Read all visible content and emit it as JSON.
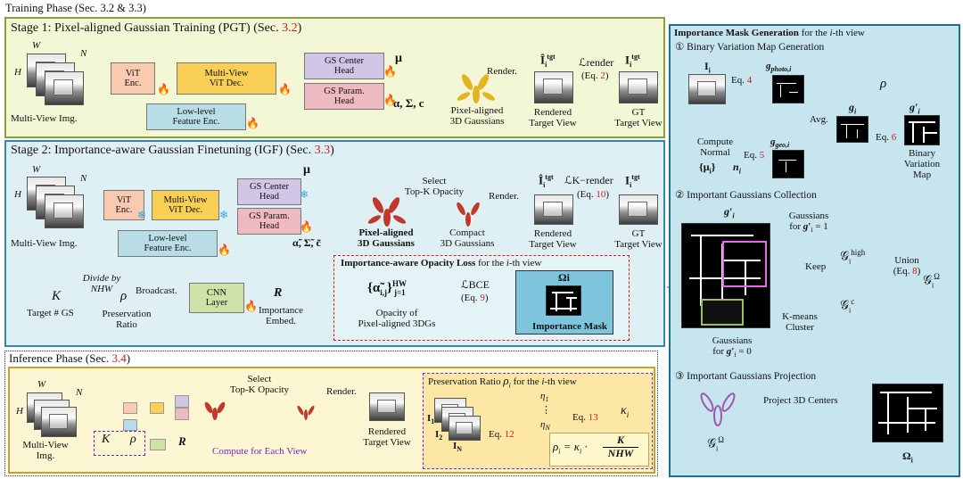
{
  "top_title": "Training Phase (Sec. 3.2 & 3.3)",
  "stage1": {
    "title_pre": "Stage 1: Pixel-aligned Gaussian Training (PGT) (Sec. ",
    "title_ref": "3.2",
    "title_post": ")",
    "multiview_label": "Multi-View Img.",
    "W": "W",
    "H": "H",
    "N": "N",
    "vit": "ViT\nEnc.",
    "mvdec": "Multi-View\nViT Dec.",
    "gs_center": "GS Center\nHead",
    "gs_param": "GS Param.\nHead",
    "lowlevel": "Low-level\nFeature Enc.",
    "mu": "μ",
    "params": "α, Σ, c",
    "pixel_gauss": "Pixel-aligned\n3D Gaussians",
    "render": "Render.",
    "I_tgt": "Î",
    "loss": "ℒrender",
    "eq_pre": "(Eq. ",
    "eq_ref": "2",
    "eq_post": ")",
    "rendered": "Rendered\nTarget View",
    "gt": "GT\nTarget View"
  },
  "stage2": {
    "title_pre": "Stage 2: Importance-aware Gaussian Finetuning (IGF) (Sec. ",
    "title_ref": "3.3",
    "title_post": ")",
    "multiview_label": "Multi-View Img.",
    "vit": "ViT\nEnc.",
    "mvdec": "Multi-View\nViT Dec.",
    "gs_center": "GS Center\nHead",
    "gs_param": "GS Param.\nHead",
    "lowlevel": "Low-level\nFeature Enc.",
    "mu": "μ",
    "params": "α̃, Σ̃, c̃",
    "pixel_gauss": "Pixel-aligned\n3D Gaussians",
    "select": "Select\nTop-K Opacity",
    "compact": "Compact\n3D Gaussians",
    "render": "Render.",
    "loss": "ℒK−render",
    "eq_pre": "(Eq. ",
    "eq_ref": "10",
    "eq_post": ")",
    "rendered": "Rendered\nTarget View",
    "gt": "GT\nTarget View",
    "K": "K",
    "target_gs": "Target # GS",
    "divide": "Divide by\nNHW",
    "rho": "ρ",
    "pres_ratio": "Preservation\nRatio",
    "broadcast": "Broadcast.",
    "cnn": "CNN\nLayer",
    "R": "R",
    "imp_embed": "Importance\nEmbed.",
    "opacity_box_title": "Importance-aware Opacity Loss for the i-th view",
    "opacity_formula": "{α̃i,j}HW j=1",
    "opacity_label": "Opacity of\nPixel-aligned 3DGs",
    "lbce": "ℒBCE",
    "bce_eq_pre": "(Eq. ",
    "bce_eq_ref": "9",
    "bce_eq_post": ")",
    "omega": "Ωi",
    "imp_mask": "Importance Mask"
  },
  "inference": {
    "title_pre": "Inference Phase (Sec. ",
    "title_ref": "3.4",
    "title_post": ")",
    "multiview_label": "Multi-View\nImg.",
    "select": "Select\nTop-K Opacity",
    "render": "Render.",
    "rendered": "Rendered\nTarget View",
    "K": "K",
    "rho": "ρ",
    "R": "R",
    "compute_each": "Compute for Each View",
    "pres_title": "Preservation Ratio ρi for the i-th view",
    "I1": "I1",
    "I2": "I2",
    "IN": "IN",
    "eq12_pre": "Eq. ",
    "eq12_ref": "12",
    "eq13_pre": "Eq. ",
    "eq13_ref": "13",
    "eta1": "η1",
    "etaN": "ηN",
    "kappa": "κi",
    "formula": "ρi = κi · K / NHW"
  },
  "mask_gen": {
    "title": "Importance Mask Generation for the i-th view",
    "sec1": "① Binary Variation Map Generation",
    "Ii": "Ii",
    "eq4_pre": "Eq. ",
    "eq4_ref": "4",
    "g_photo": "gphoto,i",
    "compute_normal": "Compute\nNormal",
    "mu_i": "{μi}",
    "n_i": "ni",
    "eq5_pre": "Eq. ",
    "eq5_ref": "5",
    "g_geo": "ggeo,i",
    "avg": "Avg.",
    "g_i": "gi",
    "rho": "ρ",
    "eq6_pre": "Eq. ",
    "eq6_ref": "6",
    "g_prime": "g′i",
    "binary_label": "Binary\nVariation\nMap",
    "sec2": "② Important Gaussians Collection",
    "g_prime2": "g′i",
    "gauss_for_1": "Gaussians\nfor g′i = 1",
    "keep": "Keep",
    "g_high": "𝒢ihigh",
    "union": "Union\n(Eq. 8)",
    "union_ref": "8",
    "g_omega": "𝒢iΩ",
    "g_c": "𝒢ic",
    "kmeans": "K-means\nCluster",
    "gauss_for_0": "Gaussians\nfor g′i = 0",
    "sec3": "③ Important Gaussians Projection",
    "g_omega2": "𝒢iΩ",
    "project": "Project 3D Centers",
    "omega_i": "Ωi"
  },
  "colors": {
    "stage1_bg": "#f3f7d6",
    "stage1_border": "#8aa03a",
    "stage2_bg": "#dff0f5",
    "stage2_border": "#2e8ab3",
    "inference_border": "#333333",
    "mask_bg": "#c7e5ef",
    "mask_border": "#1d6f91",
    "pres_bg": "#fde7a4",
    "pres_border": "#8a2bd2",
    "opacity_bg": "#e3f3f6",
    "opacity_border": "#e11e1e",
    "ref_red": "#d21c1c",
    "gaussian": "#c0392b",
    "gaussian_gold": "#e3b51f"
  },
  "icons": [
    "fire-icon",
    "snowflake-icon",
    "gaussian-blob-icon",
    "dashed-arrow-icon"
  ]
}
